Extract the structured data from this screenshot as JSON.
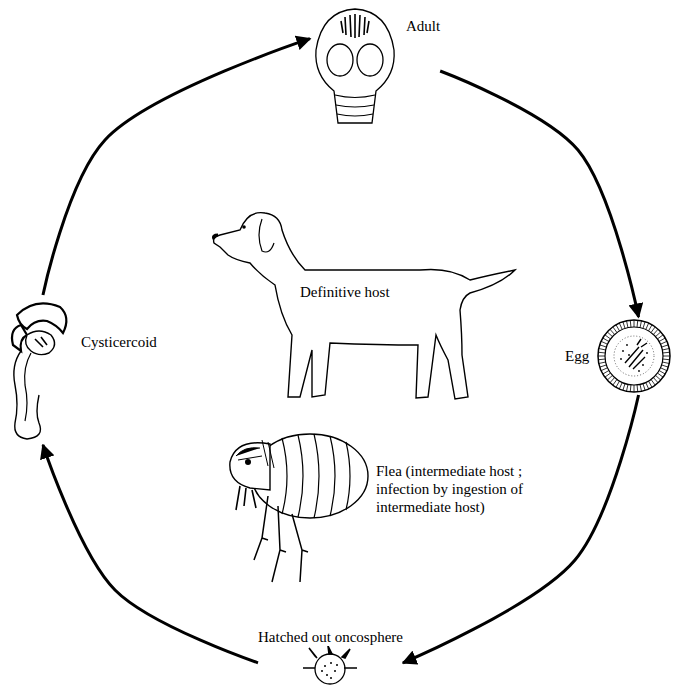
{
  "diagram": {
    "nodes": [
      {
        "text": [
          "Adult"
        ]
      },
      {
        "text": [
          "Egg"
        ]
      },
      {
        "text": [
          "Hatched out oncosphere"
        ]
      },
      {
        "text": [
          "Cysticercoid"
        ]
      },
      {
        "text": [
          "Definitive host"
        ]
      },
      {
        "text": [
          "Flea (intermediate host ; infection by ingestion of intermediate host)"
        ]
      }
    ],
    "edges": [
      {
        "from": 0,
        "to": 1,
        "arrow": "to"
      },
      {
        "from": 1,
        "to": 2,
        "arrow": "to"
      },
      {
        "from": 2,
        "to": 3,
        "arrow": "to"
      },
      {
        "from": 3,
        "to": 0,
        "arrow": "to"
      }
    ]
  }
}
